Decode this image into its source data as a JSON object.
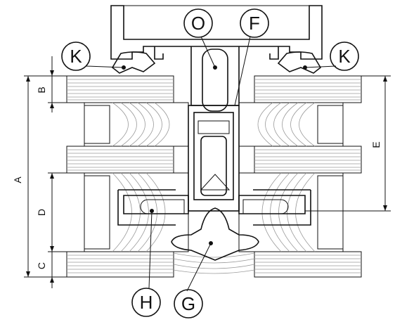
{
  "callouts": {
    "k_left": "K",
    "k_right": "K",
    "o": "O",
    "f": "F",
    "h": "H",
    "g": "G"
  },
  "dimensions": {
    "a": "A",
    "b": "B",
    "c": "C",
    "d": "D",
    "e": "E"
  },
  "colors": {
    "aluminium": "#d4d4d4",
    "outline": "#111111",
    "gasket": "#b8b8b8",
    "wood_grain": "#9a9a9a"
  }
}
